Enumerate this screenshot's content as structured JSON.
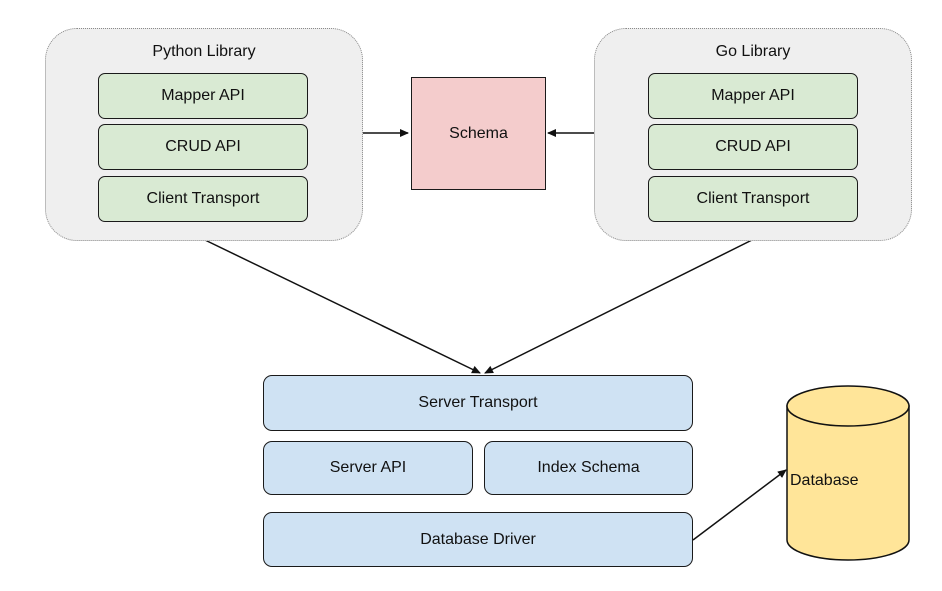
{
  "python_library": {
    "title": "Python Library",
    "layers": [
      "Mapper API",
      "CRUD API",
      "Client Transport"
    ]
  },
  "go_library": {
    "title": "Go Library",
    "layers": [
      "Mapper API",
      "CRUD API",
      "Client Transport"
    ]
  },
  "schema": {
    "label": "Schema"
  },
  "server": {
    "transport": "Server Transport",
    "api": "Server API",
    "index_schema": "Index Schema",
    "database_driver": "Database Driver"
  },
  "database": {
    "label": "Database"
  },
  "colors": {
    "library_layer": "#d9ead3",
    "server_layer": "#cfe2f3",
    "schema": "#f4cccc",
    "database": "#ffe599",
    "group_background": "#efefef"
  }
}
